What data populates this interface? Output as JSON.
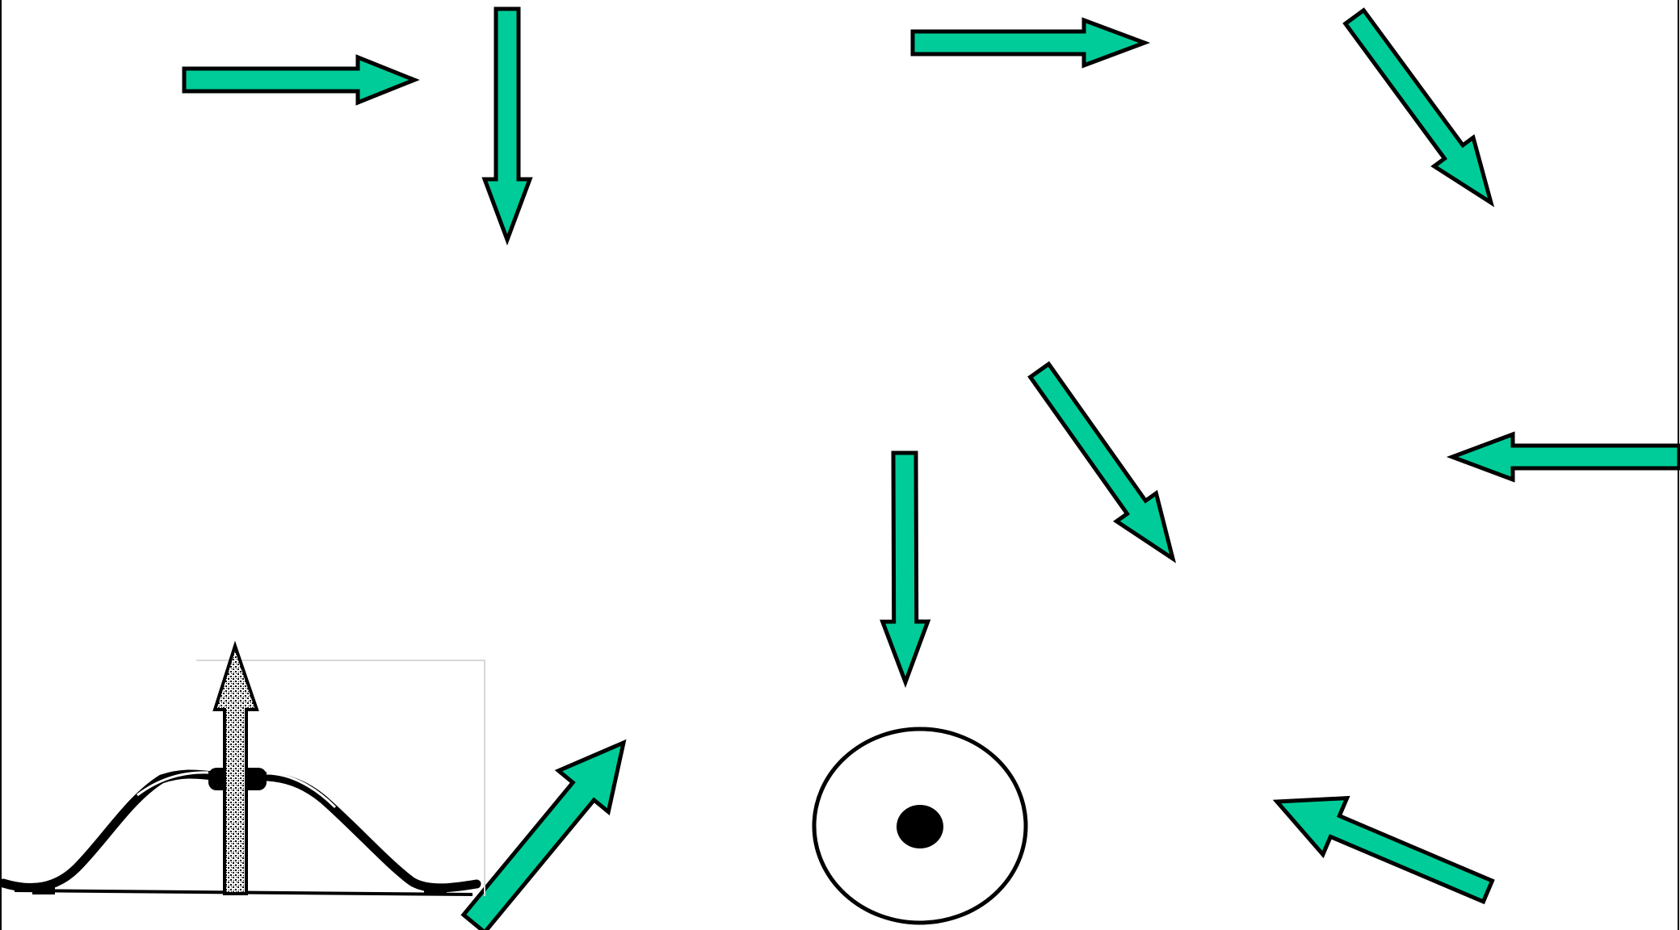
{
  "colors": {
    "arrow_fill": "#00CC99",
    "outline": "#000000",
    "background": "#FFFFFF",
    "target_center": "#000000"
  },
  "elements": {
    "arrows": [
      {
        "name": "arrow-right-1",
        "direction": "right"
      },
      {
        "name": "arrow-down-1",
        "direction": "down"
      },
      {
        "name": "arrow-right-2",
        "direction": "right"
      },
      {
        "name": "arrow-down-right-1",
        "direction": "down-right"
      },
      {
        "name": "arrow-down-right-2",
        "direction": "down-right"
      },
      {
        "name": "arrow-down-2",
        "direction": "down"
      },
      {
        "name": "arrow-left-1",
        "direction": "left"
      },
      {
        "name": "arrow-up-right-1",
        "direction": "up-right"
      },
      {
        "name": "arrow-up-left-1",
        "direction": "up-left"
      }
    ],
    "bow": {
      "name": "bow-and-arrow-icon"
    },
    "target": {
      "name": "target-icon"
    }
  }
}
